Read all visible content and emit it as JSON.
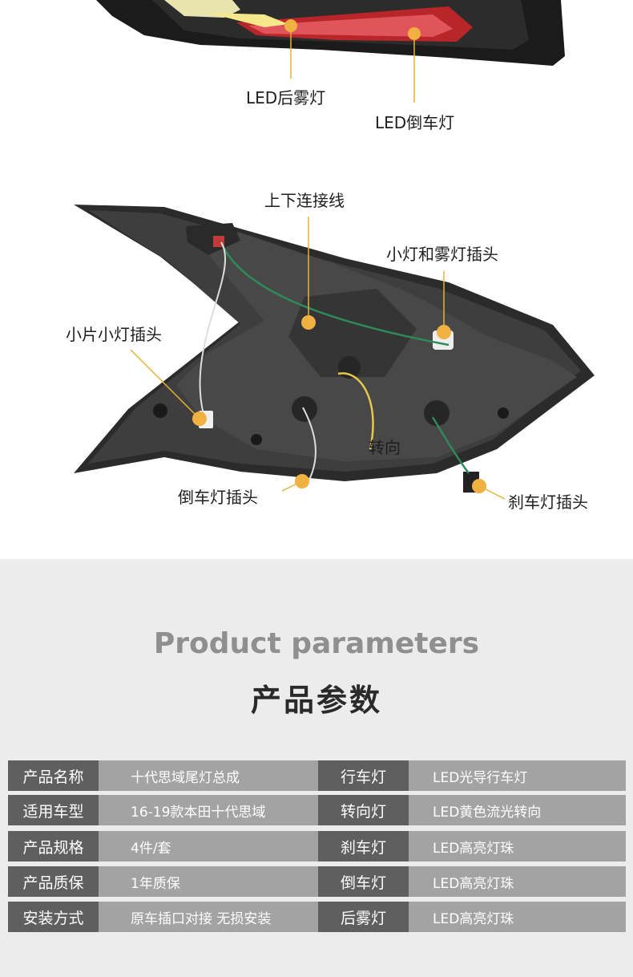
{
  "callouts": {
    "rear_fog": "LED后雾灯",
    "reverse": "LED倒车灯",
    "connect_line": "上下连接线",
    "small_fog_plug": "小灯和雾灯插头",
    "small_piece_plug": "小片小灯插头",
    "turn": "转向",
    "reverse_plug": "倒车灯插头",
    "brake_plug": "刹车灯插头"
  },
  "params": {
    "title_en": "Product parameters",
    "title_cn": "产品参数",
    "rows": [
      {
        "k1": "产品名称",
        "v1": "十代思域尾灯总成",
        "k2": "行车灯",
        "v2": "LED光导行车灯"
      },
      {
        "k1": "适用车型",
        "v1": "16-19款本田十代思域",
        "k2": "转向灯",
        "v2": "LED黄色流光转向"
      },
      {
        "k1": "产品规格",
        "v1": "4件/套",
        "k2": "刹车灯",
        "v2": "LED高亮灯珠"
      },
      {
        "k1": "产品质保",
        "v1": "1年质保",
        "k2": "倒车灯",
        "v2": "LED高亮灯珠"
      },
      {
        "k1": "安装方式",
        "v1": "原车插口对接 无损安装",
        "k2": "后雾灯",
        "v2": "LED高亮灯珠"
      }
    ]
  }
}
